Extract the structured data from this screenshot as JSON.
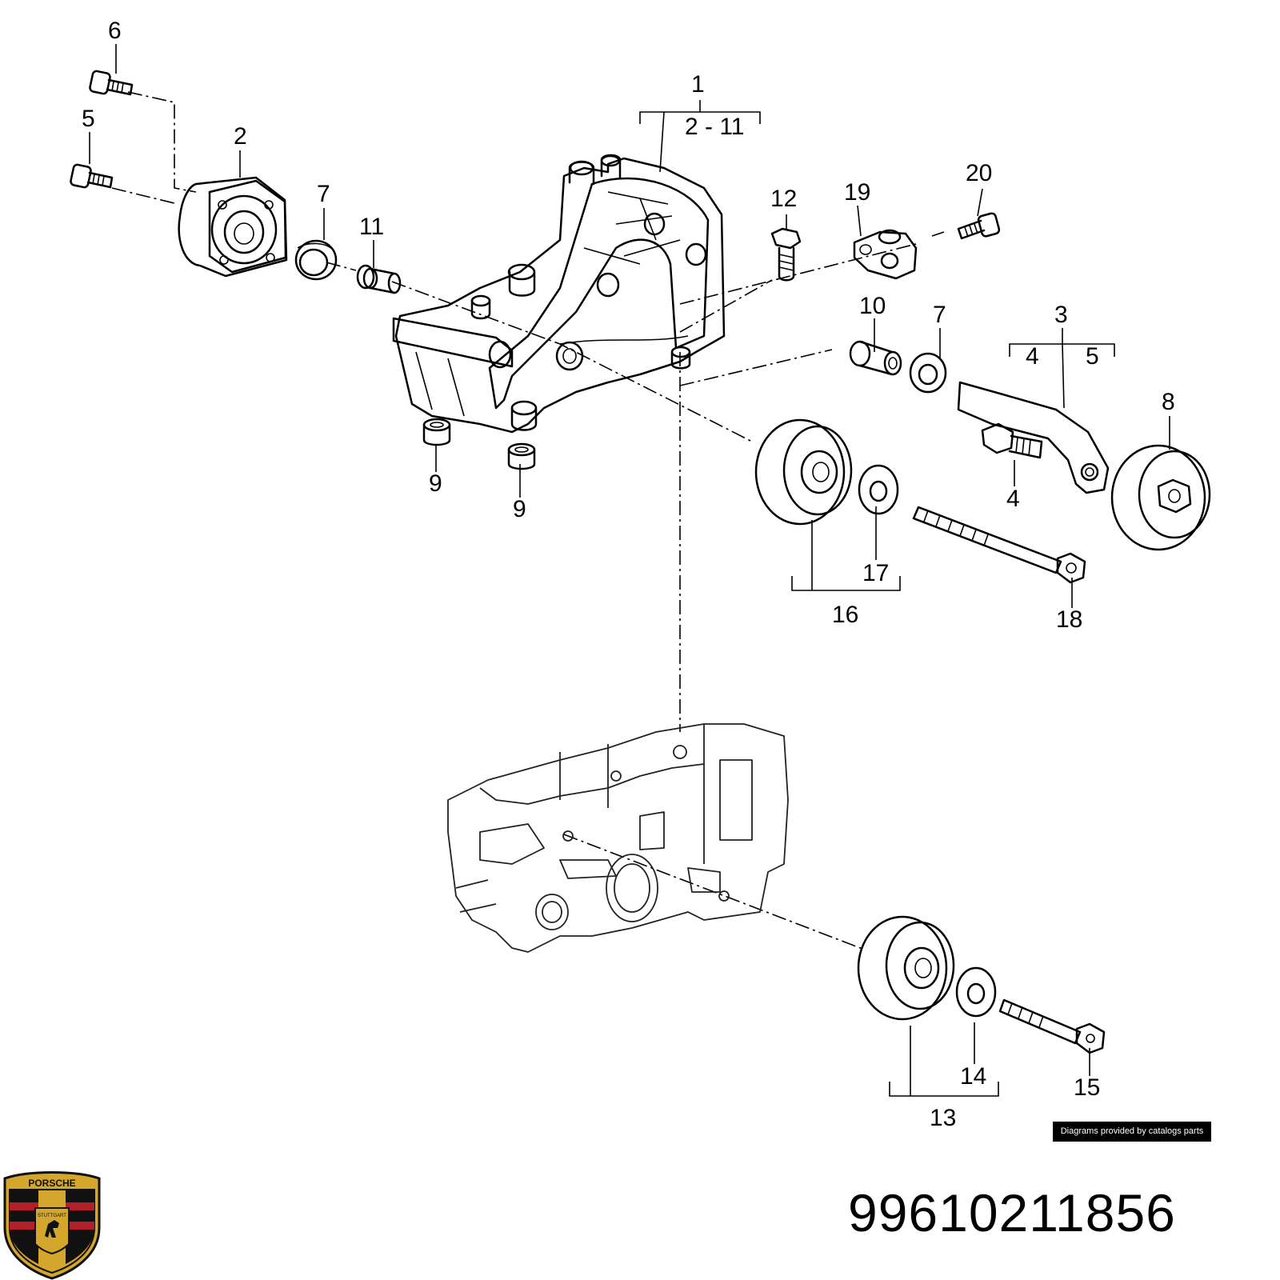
{
  "callouts": {
    "n1": "1",
    "n2_11": "2 - 11",
    "n2": "2",
    "n3": "3",
    "n4a": "4",
    "n4b": "4",
    "n5a": "5",
    "n5b": "5",
    "n6": "6",
    "n7a": "7",
    "n7b": "7",
    "n8": "8",
    "n9a": "9",
    "n9b": "9",
    "n10": "10",
    "n11": "11",
    "n12": "12",
    "n13": "13",
    "n14": "14",
    "n15": "15",
    "n16": "16",
    "n17": "17",
    "n18": "18",
    "n19": "19",
    "n20": "20"
  },
  "credit": "Diagrams provided by catalogs parts",
  "part_number": "99610211856",
  "logo": {
    "brand_text": "PORSCHE",
    "city_text": "STUTTGART",
    "colors": {
      "red": "#b3202a",
      "gold": "#d4a72c",
      "black": "#111111"
    }
  }
}
